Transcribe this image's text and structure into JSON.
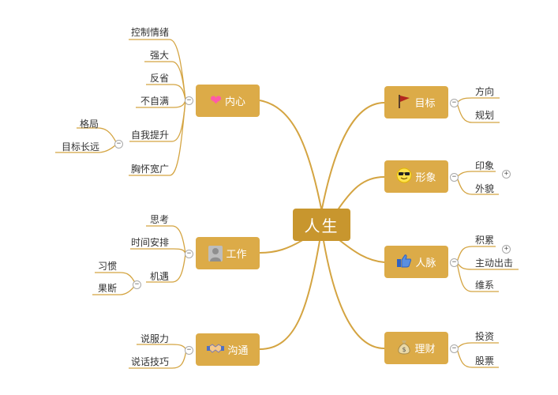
{
  "root": {
    "label": "人生"
  },
  "branches": {
    "inner": {
      "label": "内心",
      "icon": "heart-icon",
      "children": [
        "控制情绪",
        "强大",
        "反省",
        "不自满",
        "自我提升",
        "胸怀宽广"
      ],
      "grandchildren": [
        "格局",
        "目标长远"
      ]
    },
    "work": {
      "label": "工作",
      "icon": "person-icon",
      "children": [
        "思考",
        "时间安排",
        "机遇"
      ],
      "grandchildren": [
        "习惯",
        "果断"
      ]
    },
    "comm": {
      "label": "沟通",
      "icon": "handshake-icon",
      "children": [
        "说服力",
        "说话技巧"
      ]
    },
    "goal": {
      "label": "目标",
      "icon": "flag-icon",
      "children": [
        "方向",
        "规划"
      ]
    },
    "image": {
      "label": "形象",
      "icon": "cool-face-icon",
      "children": [
        "印象",
        "外貌"
      ]
    },
    "network": {
      "label": "人脉",
      "icon": "thumbs-up-icon",
      "children": [
        "积累",
        "主动出击",
        "维系"
      ]
    },
    "finance": {
      "label": "理财",
      "icon": "money-bag-icon",
      "children": [
        "投资",
        "股票"
      ]
    }
  },
  "colors": {
    "branch": "#dcab48",
    "root": "#c8962e",
    "line": "#d4a441"
  }
}
